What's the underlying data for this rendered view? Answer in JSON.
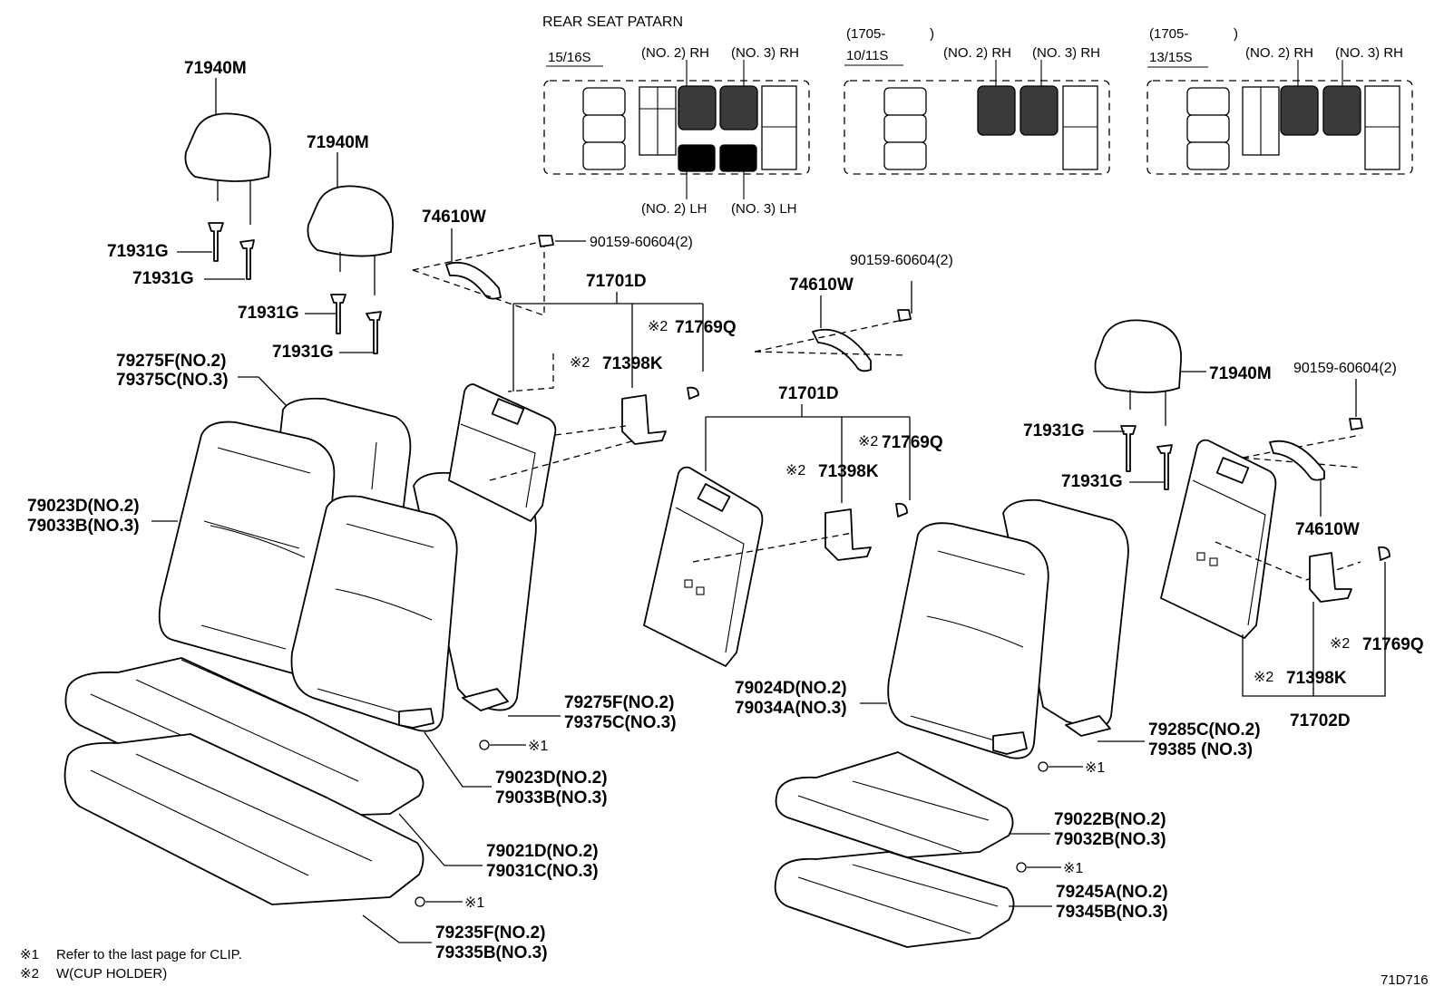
{
  "pattern": {
    "title": "REAR SEAT PATARN",
    "groups": [
      {
        "date_open": "",
        "date_close": "",
        "code": "15/16S",
        "top_labels": [
          "(NO. 2) RH",
          "(NO. 3) RH"
        ],
        "bottom_labels": [
          "(NO. 2) LH",
          "(NO. 3) LH"
        ]
      },
      {
        "date_open": "(1705-",
        "date_close": ")",
        "code": "10/11S",
        "top_labels": [
          "(NO. 2) RH",
          "(NO. 3) RH"
        ]
      },
      {
        "date_open": "(1705-",
        "date_close": ")",
        "code": "13/15S",
        "top_labels": [
          "(NO. 2) RH",
          "(NO. 3) RH"
        ]
      }
    ]
  },
  "labels": {
    "headrest_1": "71940M",
    "headrest_2": "71940M",
    "headrest_3": "71940M",
    "support_1a": "71931G",
    "support_1b": "71931G",
    "support_2a": "71931G",
    "support_2b": "71931G",
    "support_3a": "71931G",
    "support_3b": "71931G",
    "cover_left_a": "79275F(NO.2)",
    "cover_left_b": "79375C(NO.3)",
    "pad_left_a": "79023D(NO.2)",
    "pad_left_b": "79033B(NO.3)",
    "handle_1": "74610W",
    "handle_2": "74610W",
    "handle_3": "74610W",
    "screw_1": "90159-60604(2)",
    "screw_2": "90159-60604(2)",
    "screw_3": "90159-60604(2)",
    "board_1": "71701D",
    "board_2": "71701D",
    "board_3": "71702D",
    "mark_cup": "※2",
    "mark_clip": "※1",
    "hook_1": "71769Q",
    "hook_2": "71769Q",
    "hook_3": "71769Q",
    "bracket_1": "71398K",
    "bracket_2": "71398K",
    "bracket_3": "71398K",
    "cover_mid_a": "79275F(NO.2)",
    "cover_mid_b": "79375C(NO.3)",
    "pad_mid_a": "79023D(NO.2)",
    "pad_mid_b": "79033B(NO.3)",
    "cushion_cover_left_a": "79021D(NO.2)",
    "cushion_cover_left_b": "79031C(NO.3)",
    "cushion_pad_left_a": "79235F(NO.2)",
    "cushion_pad_left_b": "79335B(NO.3)",
    "pad_right_a": "79024D(NO.2)",
    "pad_right_b": "79034A(NO.3)",
    "cover_right_a": "79285C(NO.2)",
    "cover_right_b": "79385 (NO.3)",
    "cushion_cover_right_a": "79022B(NO.2)",
    "cushion_cover_right_b": "79032B(NO.3)",
    "cushion_pad_right_a": "79245A(NO.2)",
    "cushion_pad_right_b": "79345B(NO.3)"
  },
  "footnotes": [
    {
      "mark": "※1",
      "text": "Refer to the last page for CLIP."
    },
    {
      "mark": "※2",
      "text": "W(CUP  HOLDER)"
    }
  ],
  "figure_code": "71D716"
}
